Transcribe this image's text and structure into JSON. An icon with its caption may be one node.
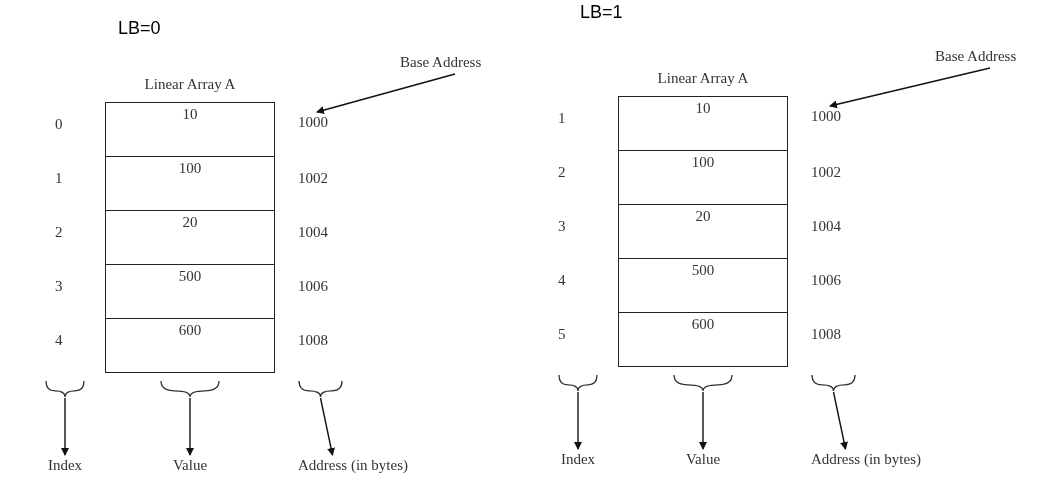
{
  "diagram": {
    "nodes": [
      {
        "text": [
          "Linear Array A"
        ]
      },
      {
        "text": [
          "10"
        ],
        "in": 0
      },
      {
        "text": [
          "100"
        ],
        "in": 0
      },
      {
        "text": [
          "20"
        ],
        "in": 0
      },
      {
        "text": [
          "500"
        ],
        "in": 0
      },
      {
        "text": [
          "600"
        ],
        "in": 0
      },
      {
        "text": [
          "Base Address"
        ]
      },
      {
        "text": [
          "1000"
        ]
      },
      {
        "text": [],
        "shape": "brace"
      },
      {
        "text": [],
        "shape": "brace"
      },
      {
        "text": [],
        "shape": "brace"
      },
      {
        "text": [
          "Index"
        ]
      },
      {
        "text": [
          "Value"
        ]
      },
      {
        "text": [
          "Address (in bytes)"
        ]
      },
      {
        "text": [
          "Linear Array A"
        ]
      },
      {
        "text": [
          "10"
        ],
        "in": 14
      },
      {
        "text": [
          "100"
        ],
        "in": 14
      },
      {
        "text": [
          "20"
        ],
        "in": 14
      },
      {
        "text": [
          "500"
        ],
        "in": 14
      },
      {
        "text": [
          "600"
        ],
        "in": 14
      },
      {
        "text": [
          "Base Address"
        ]
      },
      {
        "text": [
          "1000"
        ]
      },
      {
        "text": [],
        "shape": "brace"
      },
      {
        "text": [],
        "shape": "brace"
      },
      {
        "text": [],
        "shape": "brace"
      },
      {
        "text": [
          "Index"
        ]
      },
      {
        "text": [
          "Value"
        ]
      },
      {
        "text": [
          "Address (in bytes)"
        ]
      }
    ],
    "edges": [
      {
        "from": 6,
        "to": 7,
        "arrow": "to"
      },
      {
        "from": 8,
        "to": 11,
        "arrow": "to"
      },
      {
        "from": 9,
        "to": 12,
        "arrow": "to"
      },
      {
        "from": 10,
        "to": 13,
        "arrow": "to"
      },
      {
        "from": 20,
        "to": 21,
        "arrow": "to"
      },
      {
        "from": 22,
        "to": 25,
        "arrow": "to"
      },
      {
        "from": 23,
        "to": 26,
        "arrow": "to"
      },
      {
        "from": 24,
        "to": 27,
        "arrow": "to"
      }
    ],
    "labels": [
      "LB=0",
      "0",
      "1",
      "2",
      "3",
      "4",
      "1002",
      "1004",
      "1006",
      "1008",
      "LB=1",
      "1",
      "2",
      "3",
      "4",
      "5",
      "1002",
      "1004",
      "1006",
      "1008"
    ]
  }
}
